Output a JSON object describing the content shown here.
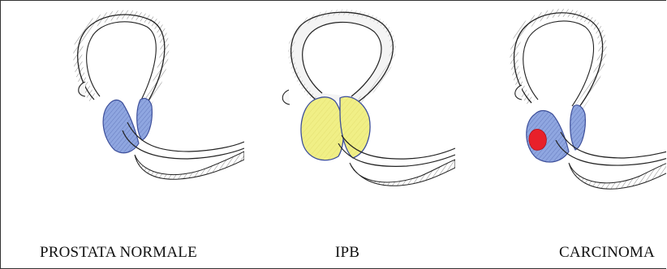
{
  "panels": [
    {
      "caption": "PROSTATA NORMALE"
    },
    {
      "caption": "IPB"
    },
    {
      "caption": "CARCINOMA"
    }
  ],
  "colors": {
    "outline": "#222222",
    "prostate_blue": "#8fa6e0",
    "hyperplasia_yellow": "#f0ef86",
    "tumor_red": "#e8202a",
    "bladder_fill": "#f4f4f4"
  }
}
